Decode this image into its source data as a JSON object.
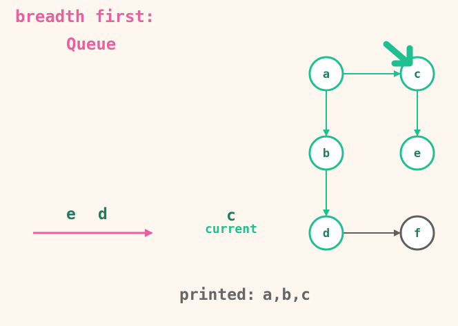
{
  "heading": {
    "title": "breadth first:",
    "subtitle": "Queue"
  },
  "queue": {
    "items": [
      "e",
      "d"
    ]
  },
  "current": {
    "node": "c",
    "label": "current"
  },
  "output": {
    "label": "printed:",
    "value": "a,b,c"
  },
  "graph": {
    "nodes": [
      {
        "id": "a",
        "label": "a",
        "status": "visited"
      },
      {
        "id": "c",
        "label": "c",
        "status": "current"
      },
      {
        "id": "b",
        "label": "b",
        "status": "visited"
      },
      {
        "id": "e",
        "label": "e",
        "status": "queued"
      },
      {
        "id": "d",
        "label": "d",
        "status": "queued"
      },
      {
        "id": "f",
        "label": "f",
        "status": "unvisited"
      }
    ],
    "edges": [
      {
        "from": "a",
        "to": "c"
      },
      {
        "from": "a",
        "to": "b"
      },
      {
        "from": "c",
        "to": "e"
      },
      {
        "from": "b",
        "to": "d"
      },
      {
        "from": "d",
        "to": "f"
      }
    ]
  },
  "colors": {
    "accent_pink": "#e8609f",
    "graph_green": "#1fc08f",
    "dark_green": "#1f7d5f",
    "unvisited_gray": "#5f5f5f",
    "background": "#fdf7f0"
  }
}
